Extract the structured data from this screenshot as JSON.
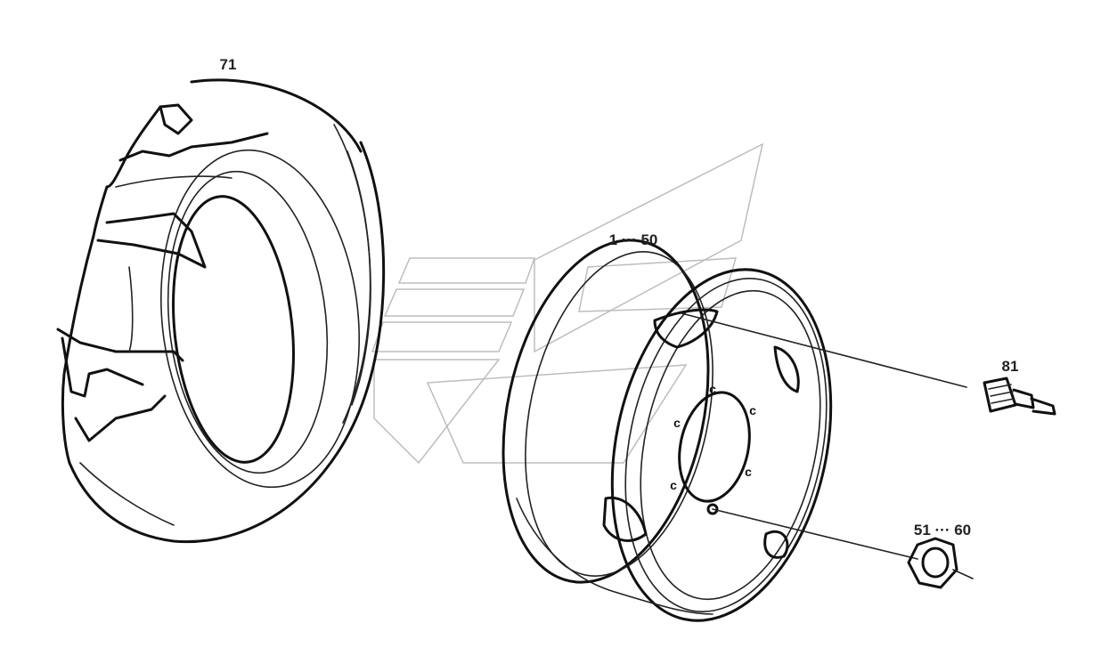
{
  "callouts": {
    "tire": "71",
    "rim": "1 ··· 50",
    "valve": "81",
    "nut": "51 ··· 60"
  },
  "colors": {
    "line": "#111111",
    "watermark": "#bdbdbd",
    "background": "#ffffff"
  }
}
